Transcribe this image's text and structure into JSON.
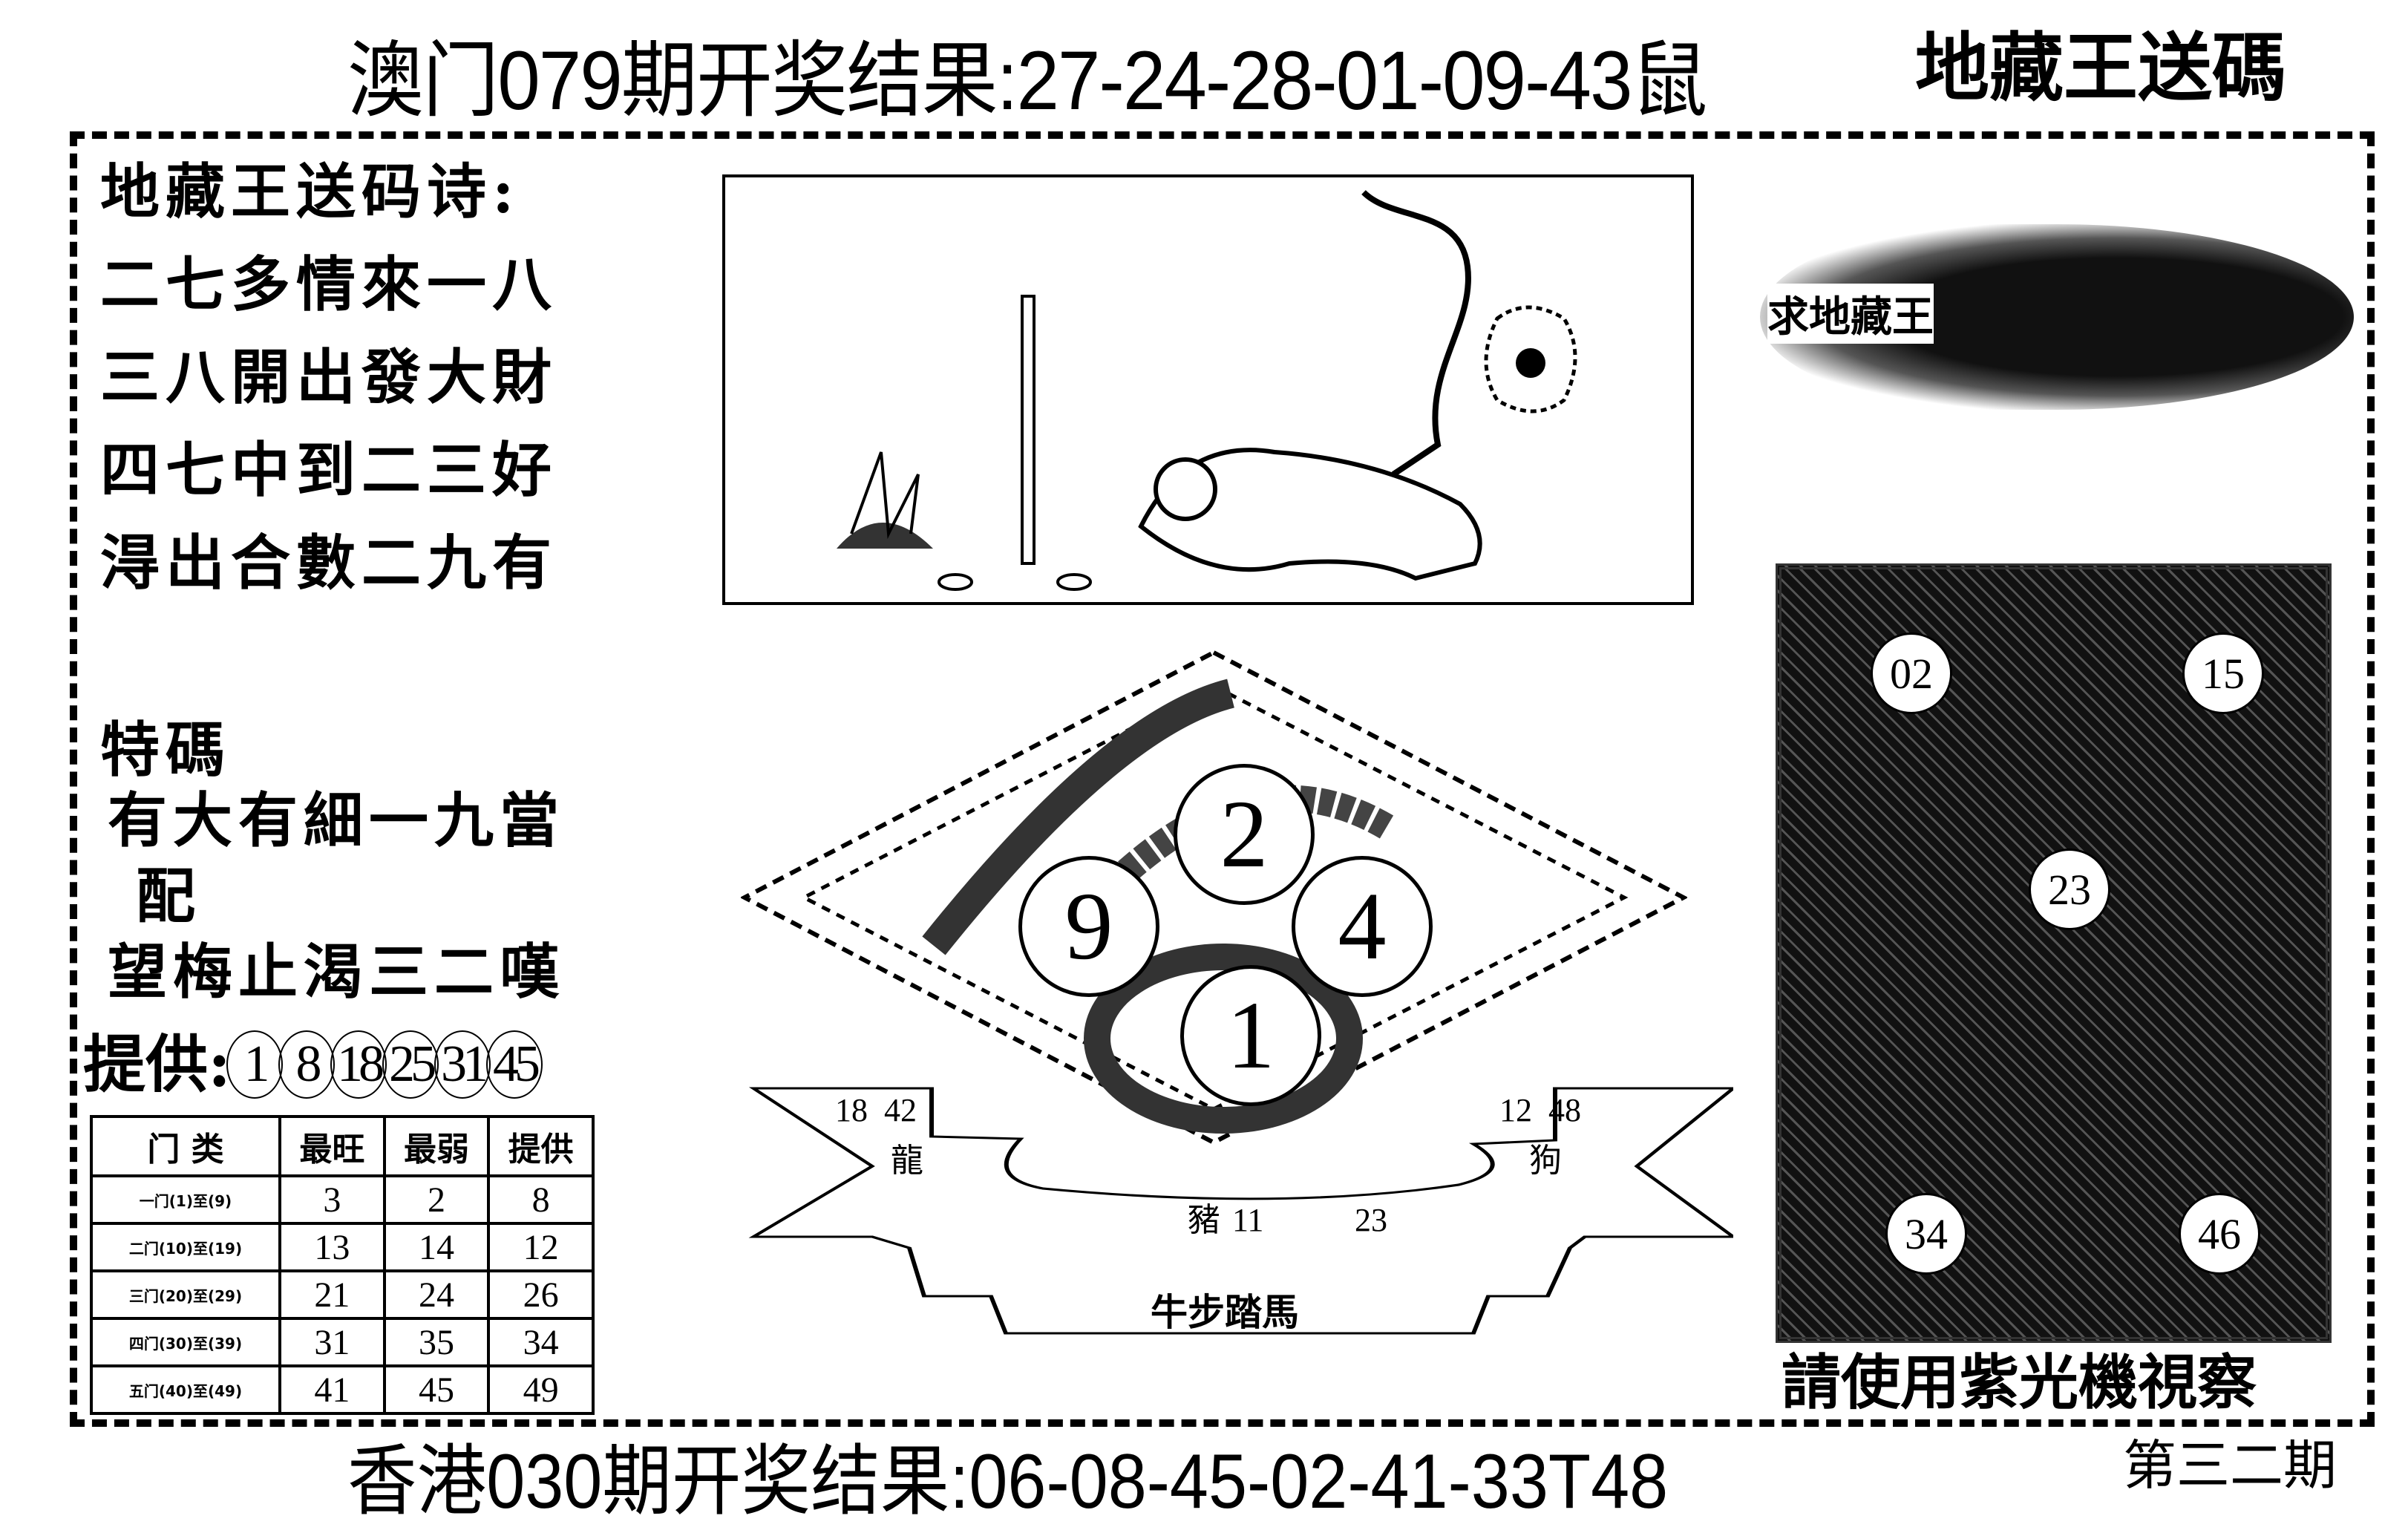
{
  "header": {
    "result_text": "澳门079期开奖结果:27-24-28-01-09-43鼠",
    "overlay_text": "地藏王送碼"
  },
  "poem": {
    "title": "地藏王送码诗:",
    "lines": [
      "二七多情來一八",
      "三八開出發大財",
      "四七中到二三好",
      "淂出合數二九有"
    ]
  },
  "banner": {
    "text": "求地藏王"
  },
  "special": {
    "title": "特碼",
    "lines": [
      "有大有細一九當",
      "配",
      "望梅止渴三二嘆"
    ]
  },
  "provide": {
    "label": "提供:",
    "numbers": [
      "1",
      "8",
      "18",
      "25",
      "31",
      "45"
    ]
  },
  "table": {
    "headers": [
      "门 类",
      "最旺",
      "最弱",
      "提供"
    ],
    "rows": [
      {
        "label": "一门(1)至(9)",
        "values": [
          "3",
          "2",
          "8"
        ]
      },
      {
        "label": "二门(10)至(19)",
        "values": [
          "13",
          "14",
          "12"
        ]
      },
      {
        "label": "三门(20)至(29)",
        "values": [
          "21",
          "24",
          "26"
        ]
      },
      {
        "label": "四门(30)至(39)",
        "values": [
          "31",
          "35",
          "34"
        ]
      },
      {
        "label": "五门(40)至(49)",
        "values": [
          "41",
          "45",
          "49"
        ]
      }
    ]
  },
  "diamond": {
    "digits": [
      "2",
      "9",
      "4",
      "1"
    ]
  },
  "star": {
    "left_nums": "18  42",
    "left_zodiac": "龍",
    "right_nums": "12  48",
    "right_zodiac": "狗",
    "center_zodiac": "豬",
    "center_nums": "11",
    "center_extra": "23",
    "bottom_text": "牛步踏馬"
  },
  "right_panel": {
    "balls": [
      "02",
      "15",
      "23",
      "34",
      "46"
    ]
  },
  "footer": {
    "result_text": "香港030期开奖结果:06-08-45-02-41-33T48",
    "overlay_text": "請使用紫光機視察",
    "issue": "第三二期"
  }
}
